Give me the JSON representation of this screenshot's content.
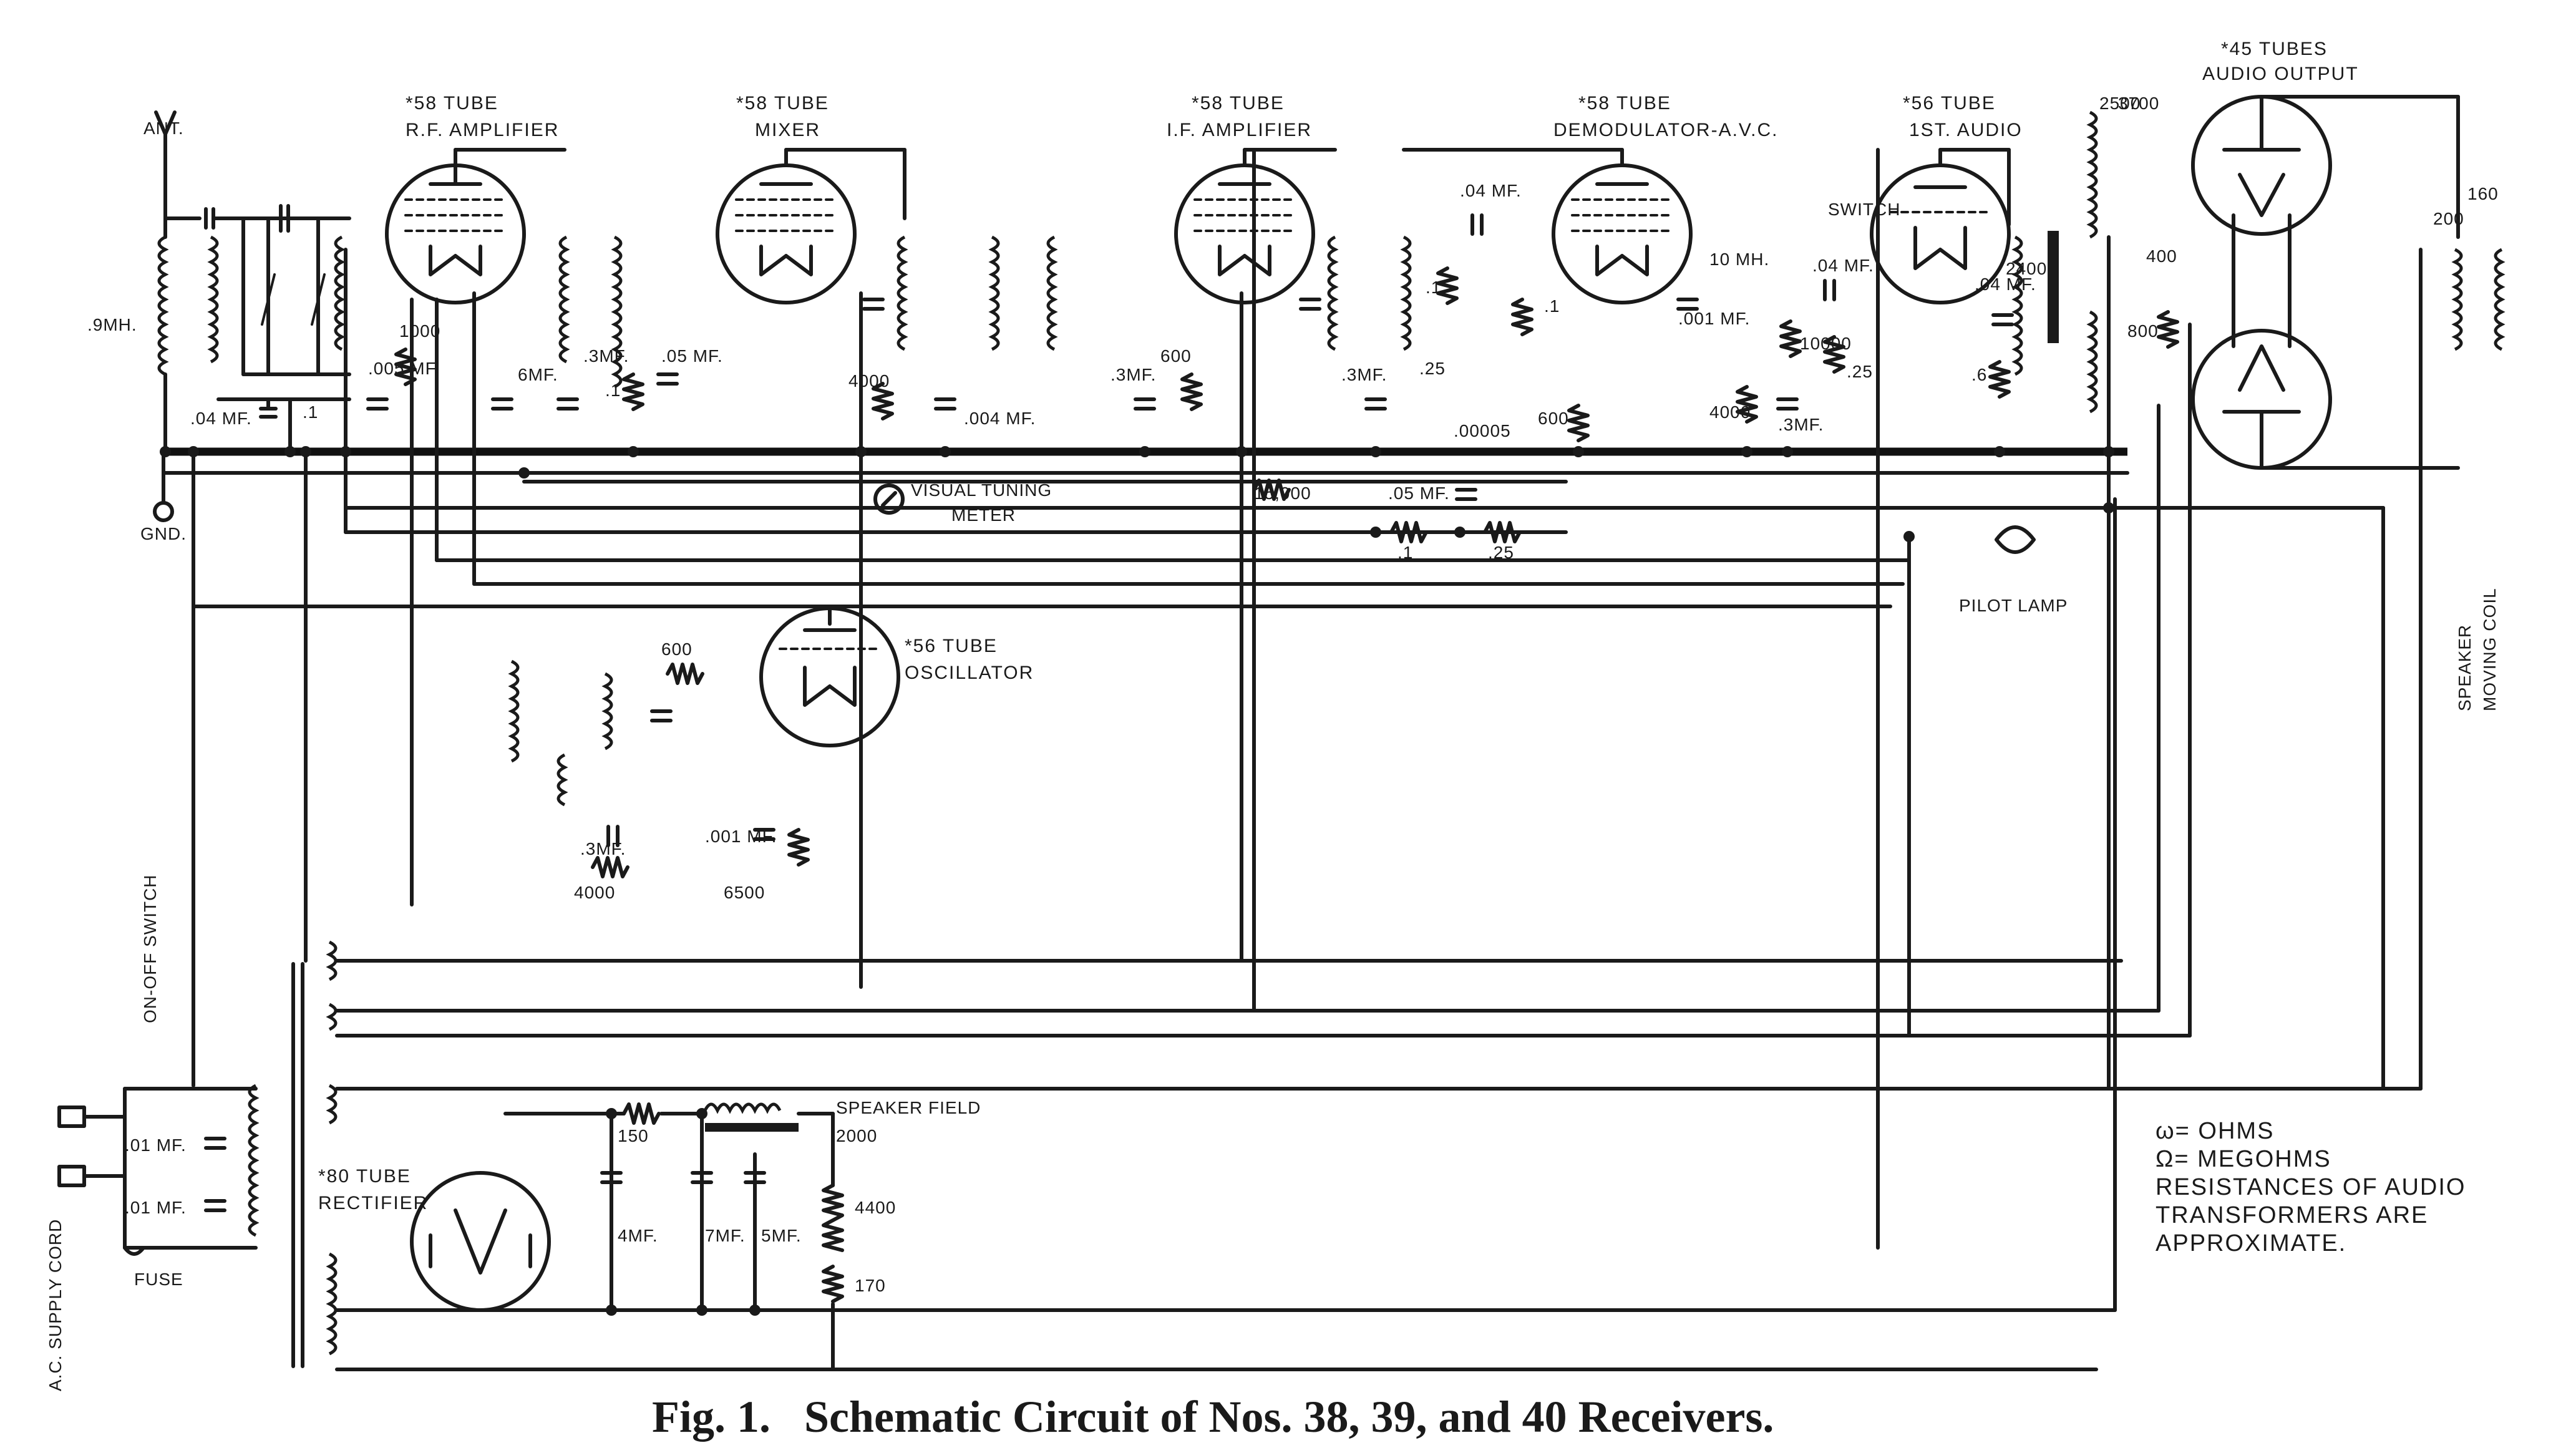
{
  "caption": "Fig. 1.   Schematic Circuit of Nos. 38, 39, and 40 Receivers.",
  "tubes": [
    {
      "type": "*58 TUBE",
      "role": "R.F. AMPLIFIER"
    },
    {
      "type": "*58 TUBE",
      "role": "MIXER"
    },
    {
      "type": "*58 TUBE",
      "role": "I.F. AMPLIFIER"
    },
    {
      "type": "*58 TUBE",
      "role": "DEMODULATOR-A.V.C."
    },
    {
      "type": "*56 TUBE",
      "role": "1ST. AUDIO"
    },
    {
      "type": "*45 TUBES",
      "role": "AUDIO OUTPUT"
    },
    {
      "type": "*56 TUBE",
      "role": "OSCILLATOR"
    },
    {
      "type": "*80 TUBE",
      "role": "RECTIFIER"
    }
  ],
  "labels": {
    "ant": "ANT.",
    "gnd": "GND.",
    "mh9": ".9MH.",
    "c04a": ".04 MF.",
    "r1a": ".1",
    "c005": ".005 MF.",
    "r1000": "1000",
    "c6mf": "6MF.",
    "r3mf": ".3MF.",
    "c05mf": ".05 MF.",
    "r1b": ".1",
    "r4000a": "4000",
    "c004": ".004 MF.",
    "c3mf": ".3MF.",
    "r600a": "600",
    "c3mfb": ".3MF.",
    "c04b": ".04 MF.",
    "r1c": ".1",
    "r1d": ".1",
    "r25a": ".25",
    "c00005": ".00005",
    "r600b": "600",
    "mh10": "10 MH.",
    "c04c": ".04 MF.",
    "r10000": "10000",
    "c001a": ".001 MF.",
    "r4000b": "4000",
    "c3mfc": ".3MF.",
    "r25b": ".25",
    "c04d": ".04 MF.",
    "r2400": "2400",
    "r6": ".6",
    "switch": "SWITCH",
    "r2500": "2500",
    "r3700": "3700",
    "r400": "400",
    "r800": "800",
    "r200": "200",
    "r160": "160",
    "r15000": "15,000",
    "c05b": ".05 MF.",
    "r1e": ".1",
    "r25c": ".25",
    "meter": "VISUAL TUNING",
    "meter2": "METER",
    "pilot": "PILOT LAMP",
    "speaker": "SPEAKER",
    "moving": "MOVING COIL",
    "r600c": "600",
    "r3mfd": ".3MF.",
    "r4000c": "4000",
    "c001b": ".001 MF.",
    "r6500": "6500",
    "onoff": "ON-OFF SWITCH",
    "supply": "A.C. SUPPLY CORD",
    "fuse": "FUSE",
    "c01a": ".01 MF.",
    "c01b": ".01 MF.",
    "r150": "150",
    "field": "SPEAKER FIELD",
    "field2": "2000",
    "r4400": "4400",
    "r170": "170",
    "c4mf": "4MF.",
    "c7mf": "7MF.",
    "c5mf": "5MF.",
    "legend1": "= OHMS",
    "legend2": "= MEGOHMS",
    "legend3": "RESISTANCES OF AUDIO",
    "legend4": "TRANSFORMERS ARE",
    "legend5": "APPROXIMATE."
  }
}
